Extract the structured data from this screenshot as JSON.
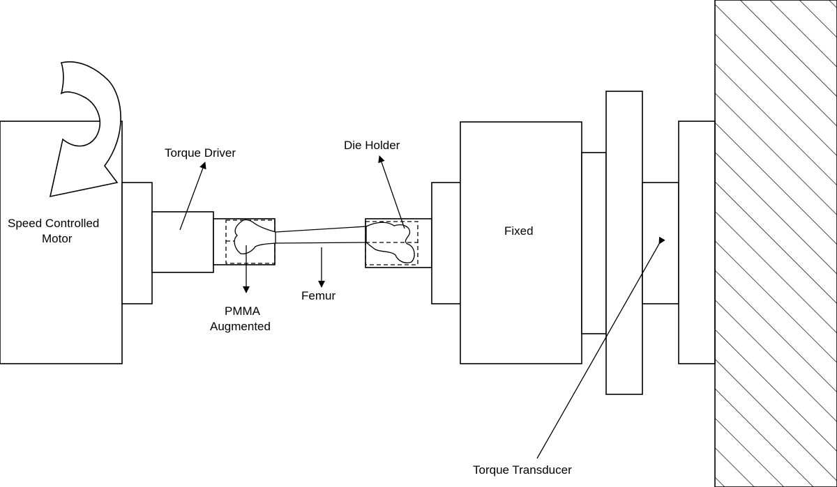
{
  "labels": {
    "motor": [
      "Speed Controlled",
      "Motor"
    ],
    "torque_driver": "Torque Driver",
    "pmma": [
      "PMMA",
      "Augmented"
    ],
    "femur": "Femur",
    "die_holder": "Die Holder",
    "fixed": "Fixed",
    "torque_transducer": "Torque Transducer"
  },
  "icons": {
    "rotation": "curved-rotation-arrow-icon"
  }
}
